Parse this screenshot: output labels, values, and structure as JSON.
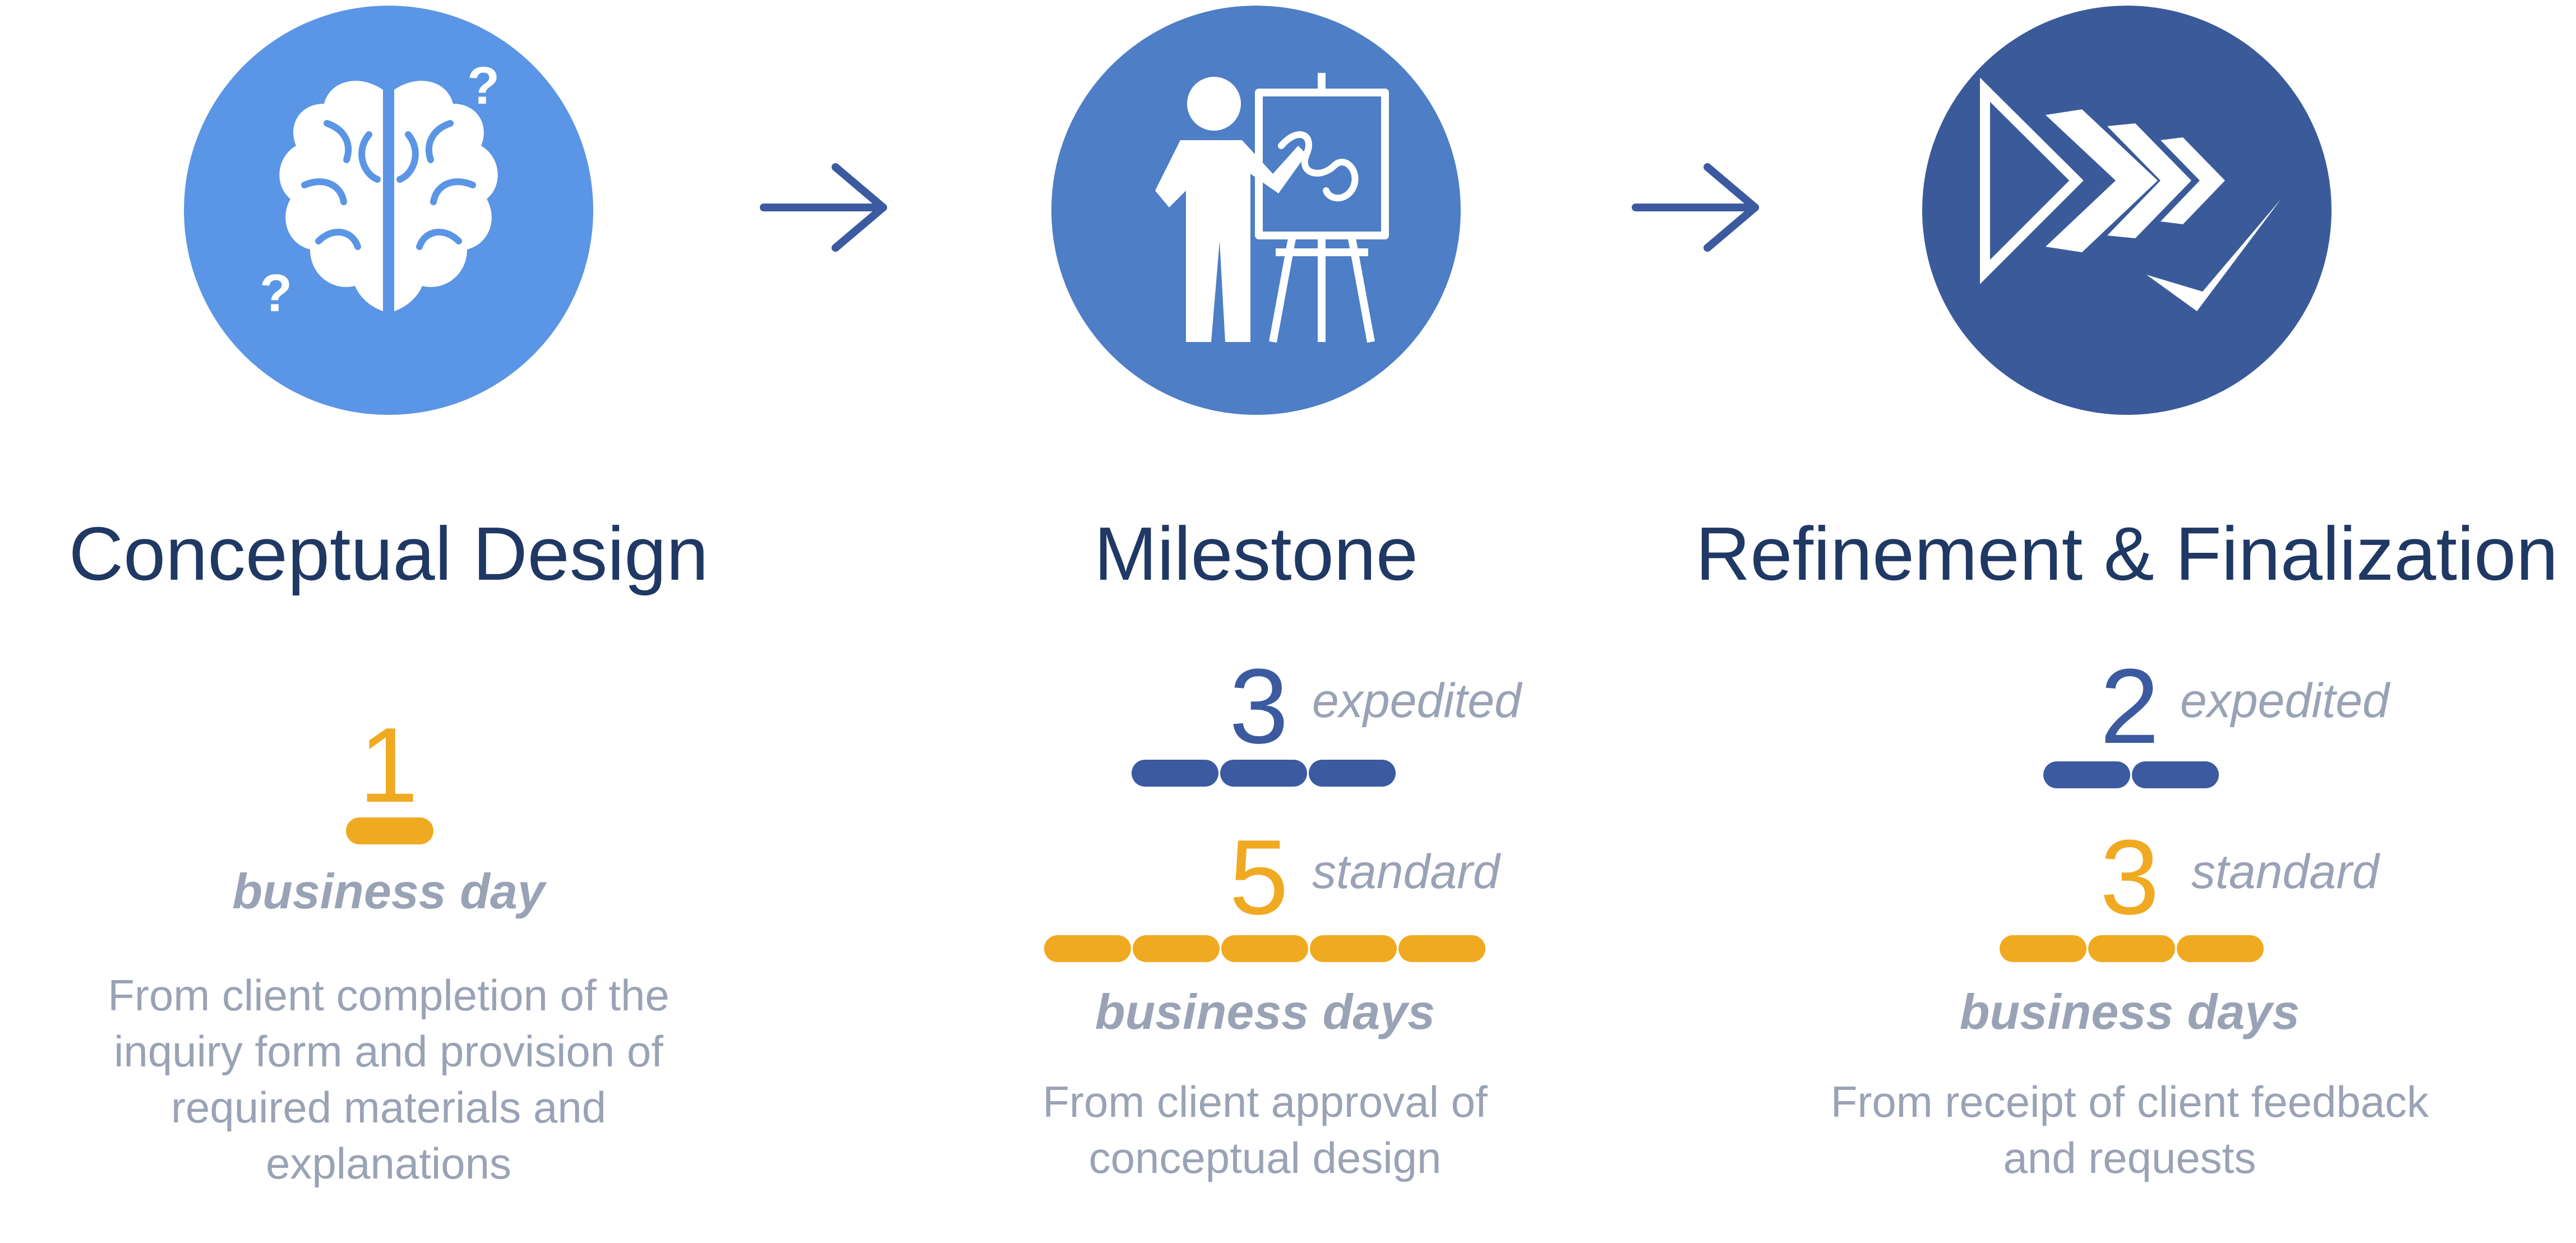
{
  "colors": {
    "circle_1": "#5b95e5",
    "circle_2": "#4d7ec6",
    "circle_3": "#3b5a9a",
    "arrow": "#3c5aa0",
    "title": "#1f3864",
    "expedited": "#3c5aa0",
    "standard": "#f0aa22",
    "muted_text": "#9aa3b5"
  },
  "stages": [
    {
      "icon": "brain-question-icon",
      "title": "Conceptual Design",
      "duration": "1",
      "unit": "business day",
      "description": "From client completion of the inquiry form and provision of required materials and explanations"
    },
    {
      "icon": "presenter-easel-icon",
      "title": "Milestone",
      "expedited_days": "3",
      "expedited_label": "expedited",
      "standard_days": "5",
      "standard_label": "standard",
      "unit": "business days",
      "description": "From client approval of conceptual design"
    },
    {
      "icon": "fast-forward-check-icon",
      "title": "Refinement & Finalization",
      "expedited_days": "2",
      "expedited_label": "expedited",
      "standard_days": "3",
      "standard_label": "standard",
      "unit": "business days",
      "description": "From receipt of client feedback and requests"
    }
  ],
  "connectors": [
    "right-arrow-icon",
    "right-arrow-icon"
  ]
}
